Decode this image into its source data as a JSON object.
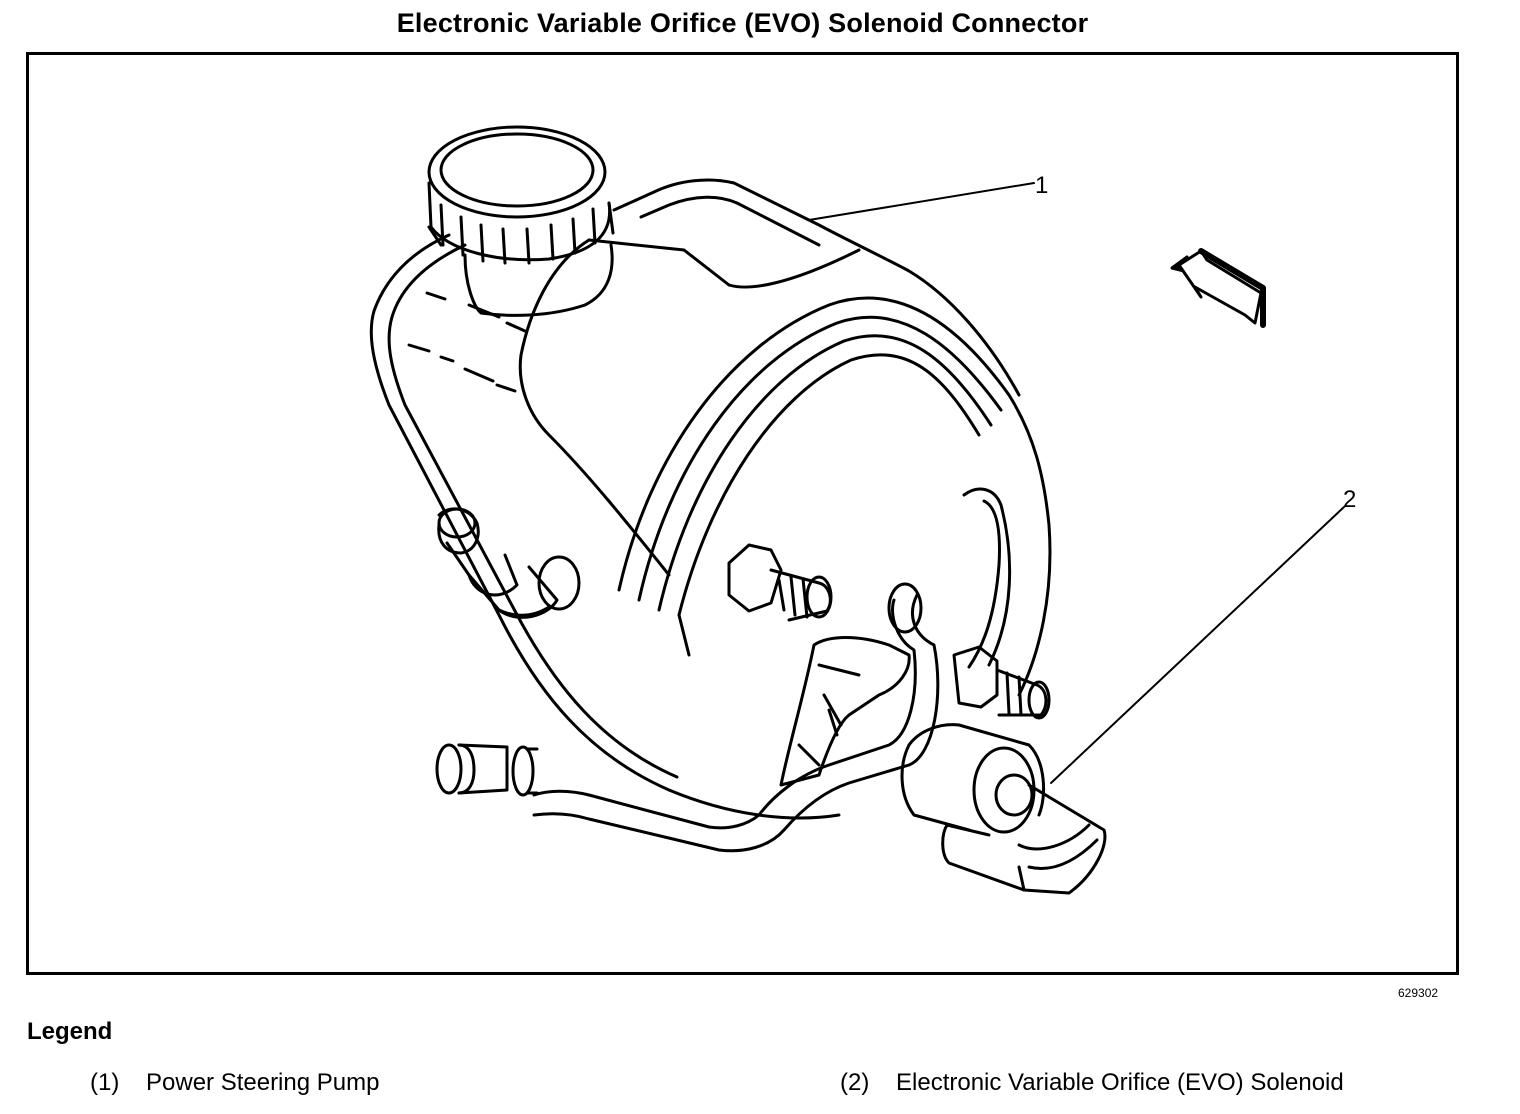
{
  "title": "Electronic Variable Orifice (EVO) Solenoid Connector",
  "figure_id": "629302",
  "callouts": [
    "1",
    "2"
  ],
  "legend": {
    "heading": "Legend",
    "items": [
      {
        "number": "(1)",
        "label": "Power Steering Pump"
      },
      {
        "number": "(2)",
        "label": "Electronic Variable Orifice (EVO) Solenoid"
      }
    ]
  },
  "icons": {
    "direction_arrow": "arrow-up-left-icon"
  }
}
